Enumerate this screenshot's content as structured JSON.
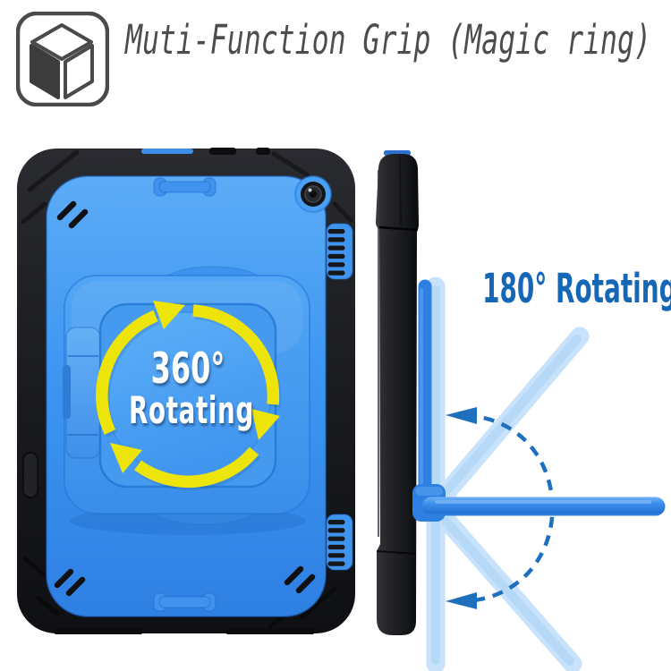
{
  "header": {
    "icon": "isometric-cube-icon",
    "title": "Muti-Function Grip (Magic ring)"
  },
  "front_view": {
    "description": "rugged tablet case back with rotating grip ring",
    "rotation_degrees": "360°",
    "rotation_word": "Rotating"
  },
  "side_view": {
    "description": "case side profile showing kickstand swing positions",
    "rotation_label": "180° Rotating"
  },
  "colors": {
    "case_black": "#17181b",
    "case_blue": "#3e96f1",
    "arrow_yellow": "#ede40c",
    "front_label_white": "#ffffff",
    "side_label_blue": "#1668b6",
    "dashed_arc_blue": "#1e6fbe",
    "ghost_stand_blue": "#c7e2fa",
    "title_gray": "#4d4d4d"
  }
}
